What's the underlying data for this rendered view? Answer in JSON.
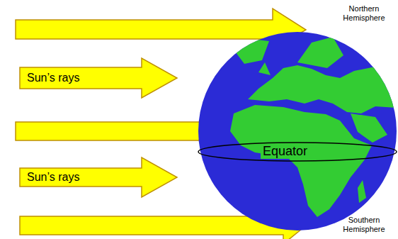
{
  "diagram": {
    "nodes": [
      {
        "text": [
          "Sun’s rays"
        ]
      },
      {
        "text": [
          "Sun’s rays"
        ]
      }
    ],
    "labels": [
      "Northern Hemisphere",
      "Equator",
      "Southern Hemisphere"
    ]
  }
}
